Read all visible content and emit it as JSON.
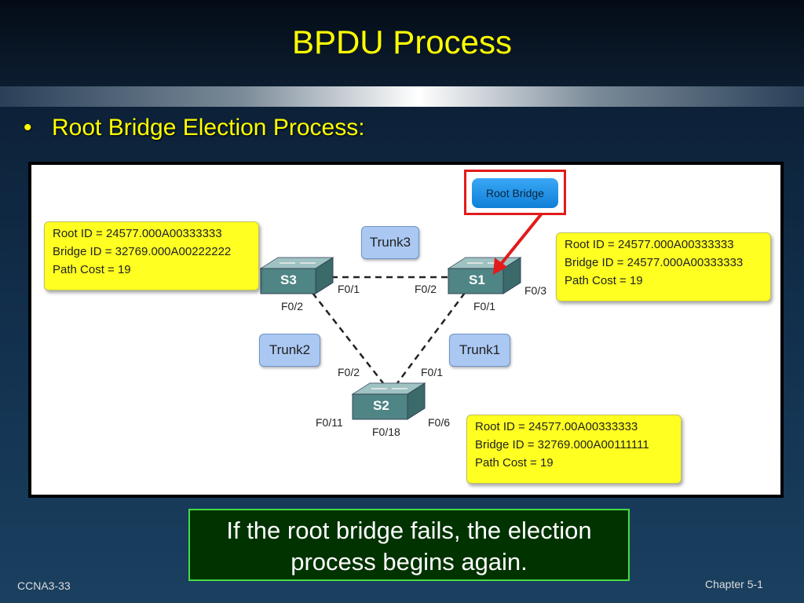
{
  "slide": {
    "title": "BPDU Process",
    "bullet": "Root Bridge Election Process:",
    "callout": "If the root bridge fails, the election process begins again.",
    "footer_left": "CCNA3-33",
    "footer_right": "Chapter 5-1"
  },
  "diagram": {
    "root_bridge_label": "Root Bridge",
    "switches": {
      "s1": "S1",
      "s2": "S2",
      "s3": "S3"
    },
    "trunks": {
      "trunk1": "Trunk1",
      "trunk2": "Trunk2",
      "trunk3": "Trunk3"
    },
    "ports": {
      "s3_f01": "F0/1",
      "s3_f02": "F0/2",
      "s1_f02": "F0/2",
      "s1_f01": "F0/1",
      "s1_f03": "F0/3",
      "s2_f02": "F0/2",
      "s2_f01": "F0/1",
      "s2_f011": "F0/11",
      "s2_f018": "F0/18",
      "s2_f06": "F0/6"
    },
    "s3_info": {
      "root_id": "Root ID = 24577.000A00333333",
      "bridge_id": "Bridge ID = 32769.000A00222222",
      "path_cost": "Path Cost = 19"
    },
    "s1_info": {
      "root_id": "Root ID = 24577.000A00333333",
      "bridge_id": "Bridge ID = 24577.000A00333333",
      "path_cost": "Path Cost = 19"
    },
    "s2_info": {
      "root_id": "Root ID = 24577.00A00333333",
      "bridge_id": "Bridge ID = 32769.000A00111111",
      "path_cost": "Path Cost = 19"
    }
  },
  "colors": {
    "title": "#ffff00",
    "highlight": "#e21b1b",
    "info_box": "#ffff22",
    "trunk_tag": "#aac8f2",
    "callout_border": "#44dd44"
  }
}
